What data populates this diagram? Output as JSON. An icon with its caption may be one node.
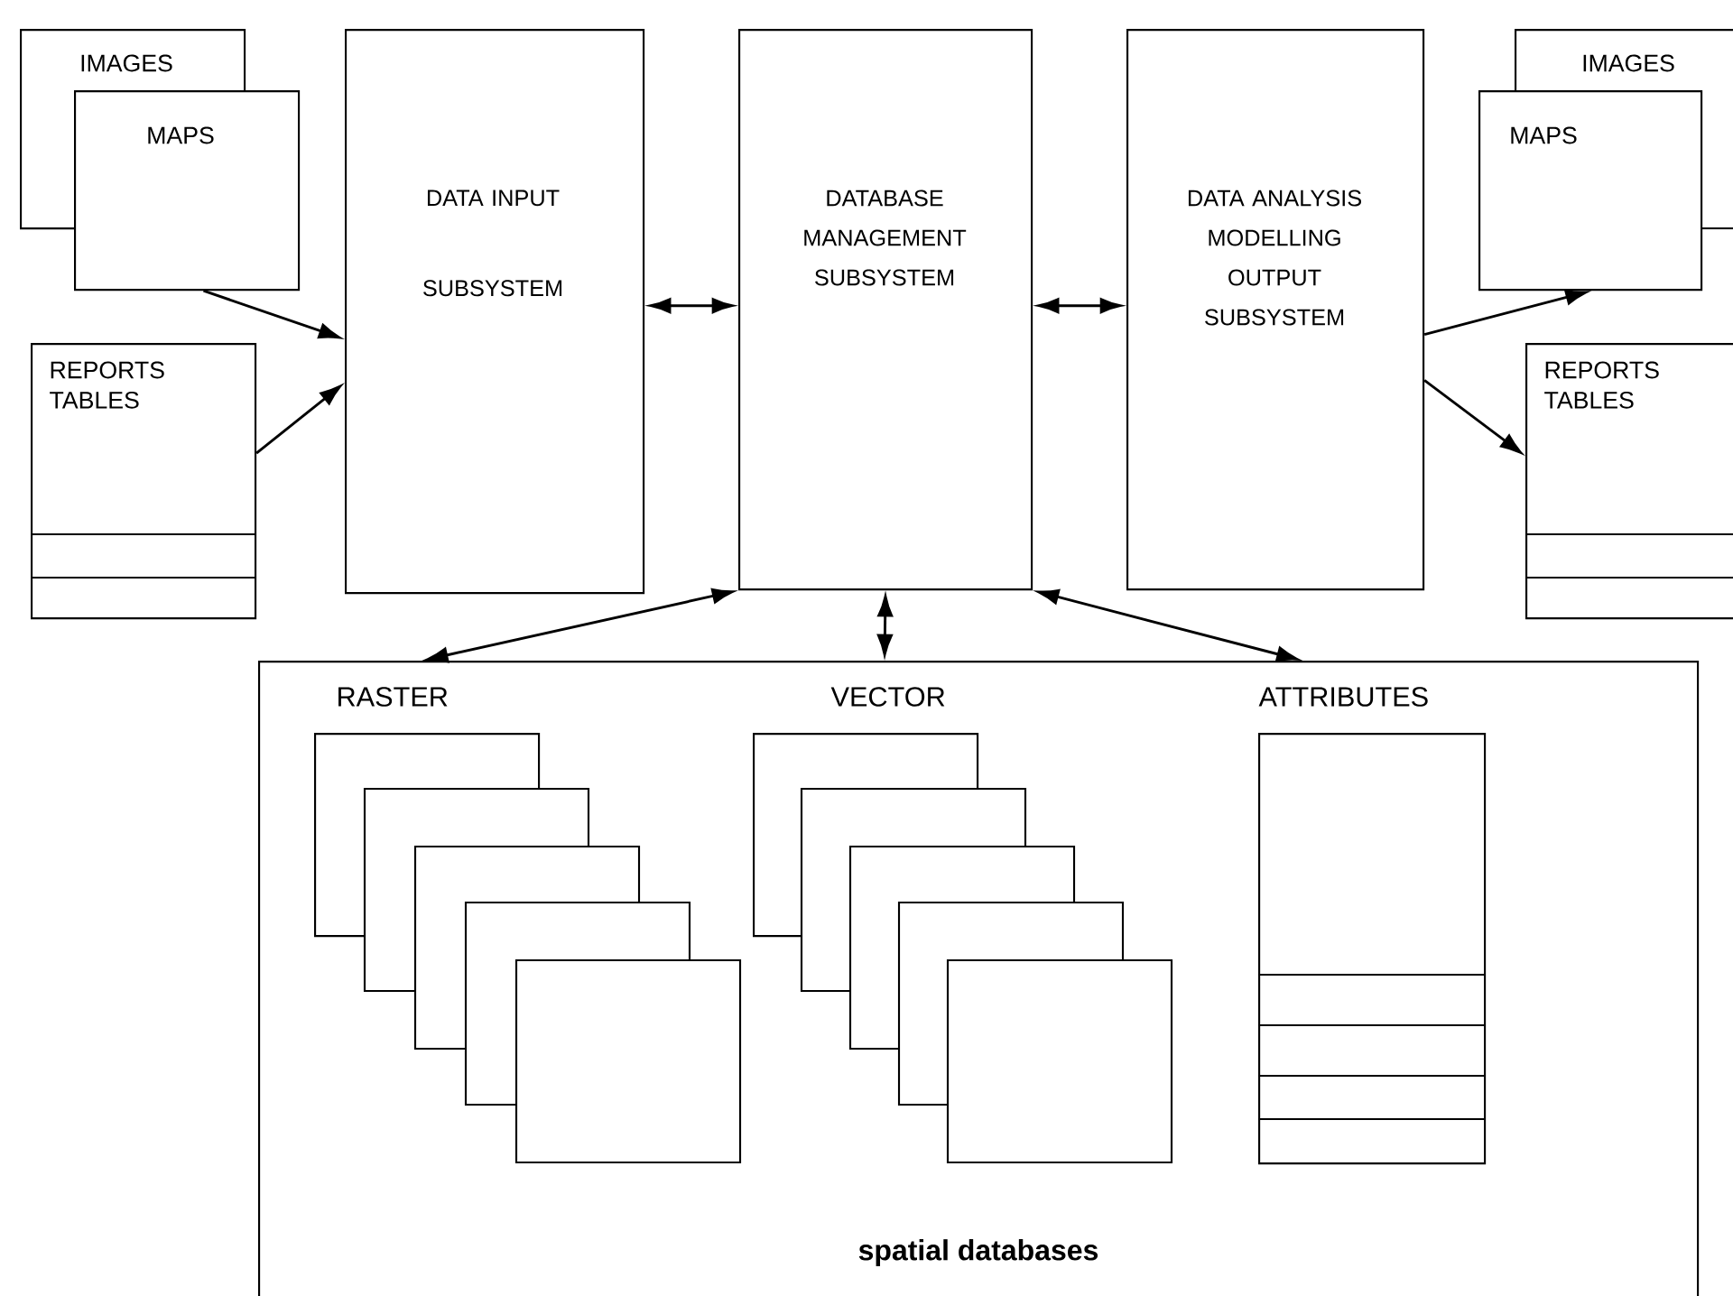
{
  "diagram": {
    "nodes": [
      {
        "text": [
          "IMAGES"
        ]
      },
      {
        "text": [
          "MAPS"
        ]
      },
      {
        "text": [
          "REPORTS TABLES"
        ]
      },
      {
        "text": [
          "DATA INPUT SUBSYSTEM"
        ]
      },
      {
        "text": [
          "DATABASE MANAGEMENT SUBSYSTEM"
        ]
      },
      {
        "text": [
          "DATA ANALYSIS MODELLING OUTPUT SUBSYSTEM"
        ]
      },
      {
        "text": [
          "IMAGES"
        ]
      },
      {
        "text": [
          "MAPS"
        ]
      },
      {
        "text": [
          "REPORTS TABLES"
        ]
      },
      {
        "text": [
          "spatial databases"
        ]
      },
      {
        "text": [
          "RASTER"
        ],
        "in": 9
      },
      {
        "text": [
          "VECTOR"
        ],
        "in": 9
      },
      {
        "text": [
          "ATTRIBUTES"
        ],
        "in": 9
      }
    ],
    "edges": [
      {
        "from": 1,
        "to": 3,
        "arrow": "to"
      },
      {
        "from": 2,
        "to": 3,
        "arrow": "to"
      },
      {
        "from": 3,
        "to": 4,
        "arrow": "both"
      },
      {
        "from": 4,
        "to": 5,
        "arrow": "both"
      },
      {
        "from": 5,
        "to": 7,
        "arrow": "to"
      },
      {
        "from": 5,
        "to": 8,
        "arrow": "to"
      },
      {
        "from": 4,
        "to": 9,
        "arrow": "both"
      },
      {
        "from": 4,
        "to": 9,
        "arrow": "both"
      },
      {
        "from": 4,
        "to": 9,
        "arrow": "both"
      }
    ]
  }
}
